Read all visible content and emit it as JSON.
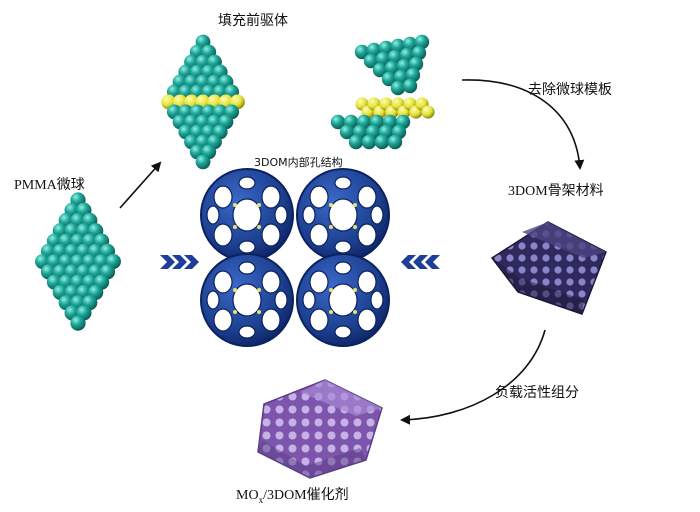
{
  "labels": {
    "fill_precursor": "填充前驱体",
    "remove_template": "去除微球模板",
    "pmma": "PMMA微球",
    "inner_structure": "3DOM内部孔结构",
    "skeleton": "3DOM骨架材料",
    "load_active": "负载活性组分",
    "catalyst_prefix": "MO",
    "catalyst_sub": "x",
    "catalyst_suffix": "/3DOM催化剂"
  },
  "colors": {
    "sphere": "#1fa89a",
    "sphere_dark": "#0b5f58",
    "precursor": "#e6e23a",
    "framework": "#1c3f8f",
    "framework_dark": "#0c2260",
    "skeleton": "#2f2a5e",
    "catalyst": "#8a63b8",
    "arrow": "#111111",
    "chevron": "#1e3e9a"
  }
}
